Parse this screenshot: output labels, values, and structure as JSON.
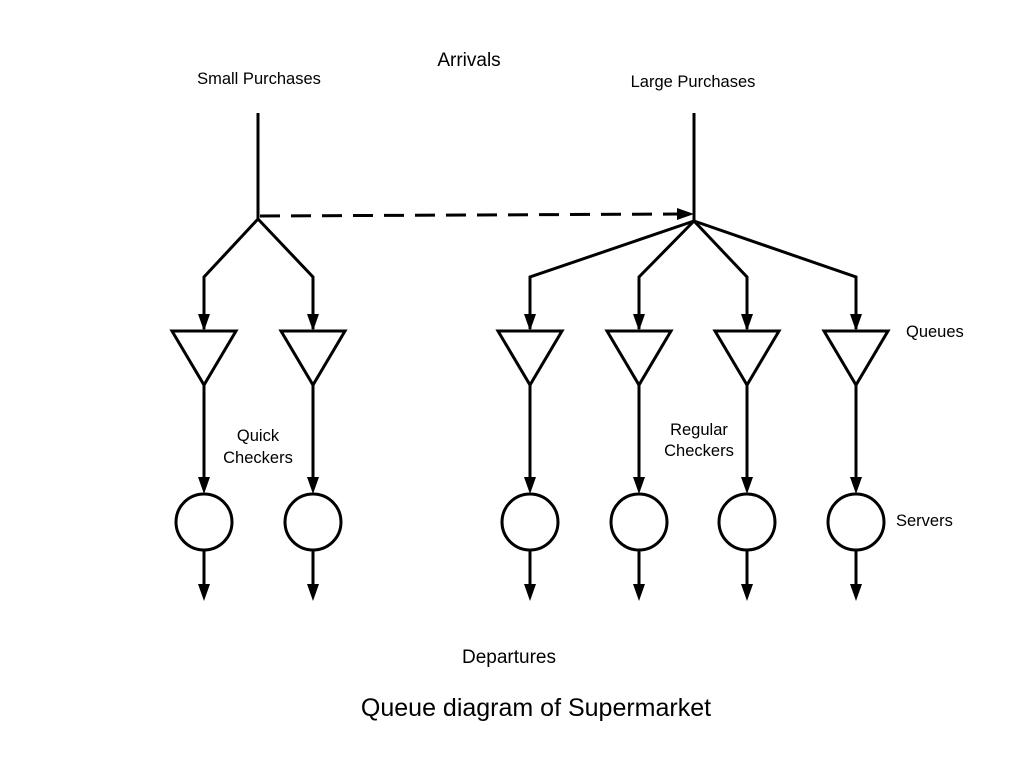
{
  "diagram": {
    "arrivals": "Arrivals",
    "small_purchases": "Small Purchases",
    "large_purchases": "Large Purchases",
    "queues": "Queues",
    "quick_checkers_line1": "Quick",
    "quick_checkers_line2": "Checkers",
    "regular_checkers_line1": "Regular",
    "regular_checkers_line2": "Checkers",
    "servers": "Servers",
    "departures": "Departures",
    "caption": "Queue diagram of Supermarket"
  }
}
